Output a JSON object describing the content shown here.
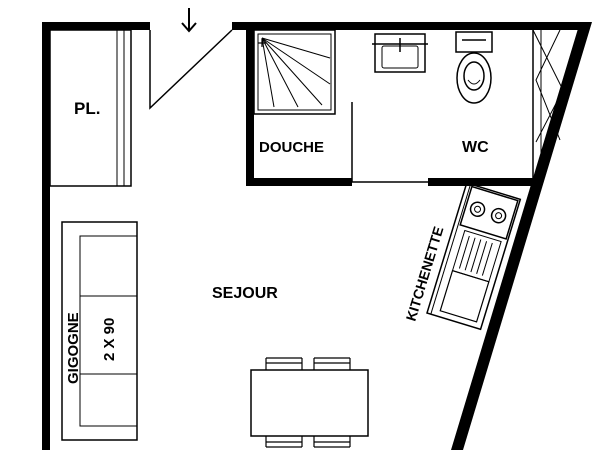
{
  "labels": {
    "placard": "PL.",
    "douche": "DOUCHE",
    "wc": "WC",
    "kitchenette": "KITCHENETTE",
    "sejour": "SEJOUR",
    "gigogne": "GIGOGNE",
    "bed_size": "2 X 90"
  },
  "colors": {
    "wall": "#000000",
    "line": "#000000",
    "background": "#ffffff"
  }
}
